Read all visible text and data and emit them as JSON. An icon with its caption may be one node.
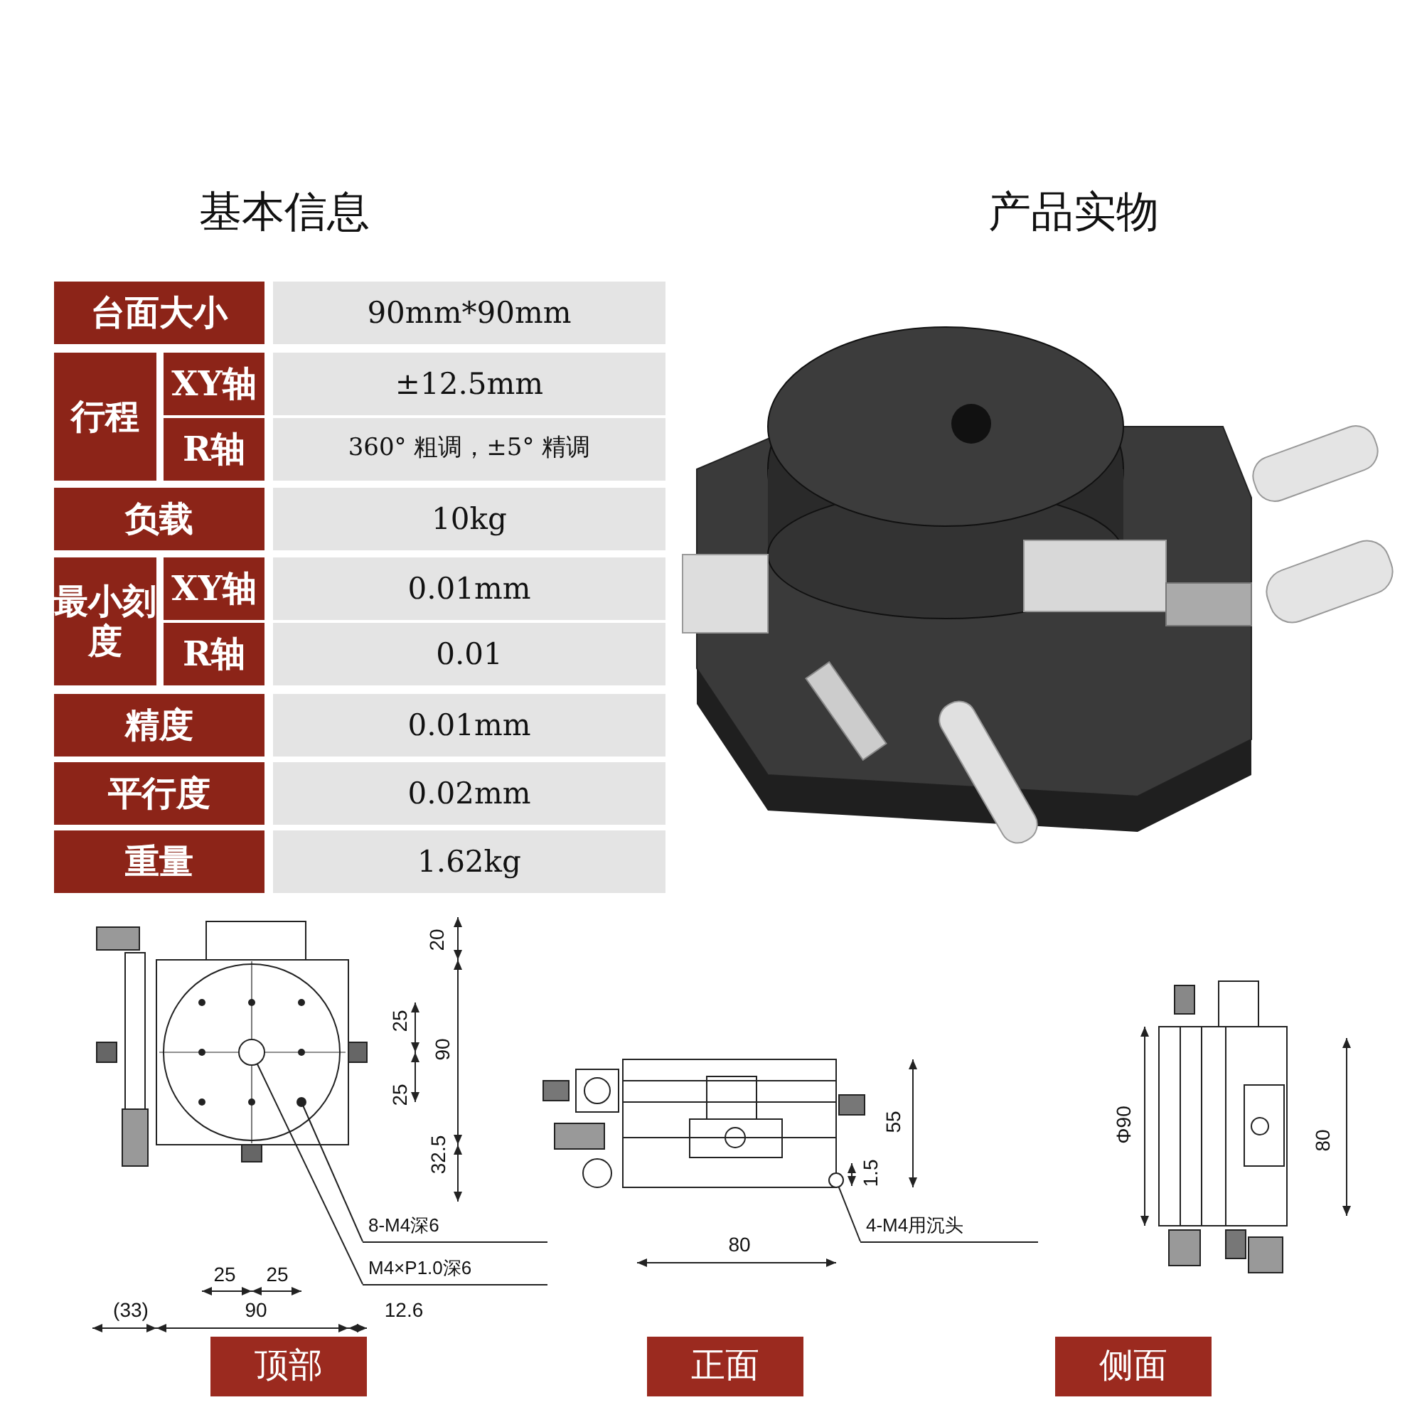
{
  "diagram": {
    "nodes": [
      {
        "text": [
          "8-M4深6"
        ]
      },
      {
        "text": [
          "M4×P1.0深6"
        ]
      },
      {
        "text": [
          "4-M4用沉头"
        ]
      },
      {
        "text": [
          "顶部"
        ]
      },
      {
        "text": [
          "正面"
        ]
      },
      {
        "text": [
          "侧面"
        ]
      },
      {
        "text": [],
        "shape": "circle"
      },
      {
        "text": [],
        "shape": "circle"
      },
      {
        "text": [],
        "shape": "circle"
      }
    ],
    "edges": [
      {
        "from": 0,
        "to": 7,
        "arrow": "none"
      },
      {
        "from": 1,
        "to": 6,
        "arrow": "none"
      },
      {
        "from": 2,
        "to": 8,
        "arrow": "none"
      }
    ],
    "labels": [
      "基本信息",
      "产品实物",
      "台面大小",
      "90mm*90mm",
      "行程",
      "XY轴",
      "±12.5mm",
      "R轴",
      "360° 粗调，±5° 精调",
      "负载",
      "10kg",
      "最小刻度",
      "XY轴",
      "0.01mm",
      "R轴",
      "0.01",
      "精度",
      "0.01mm",
      "平行度",
      "0.02mm",
      "重量",
      "1.62kg",
      "20",
      "25",
      "90",
      "25",
      "32.5",
      "25",
      "25",
      "(33)",
      "90",
      "12.6",
      "55",
      "1.5",
      "80",
      "Φ90",
      "80"
    ]
  }
}
